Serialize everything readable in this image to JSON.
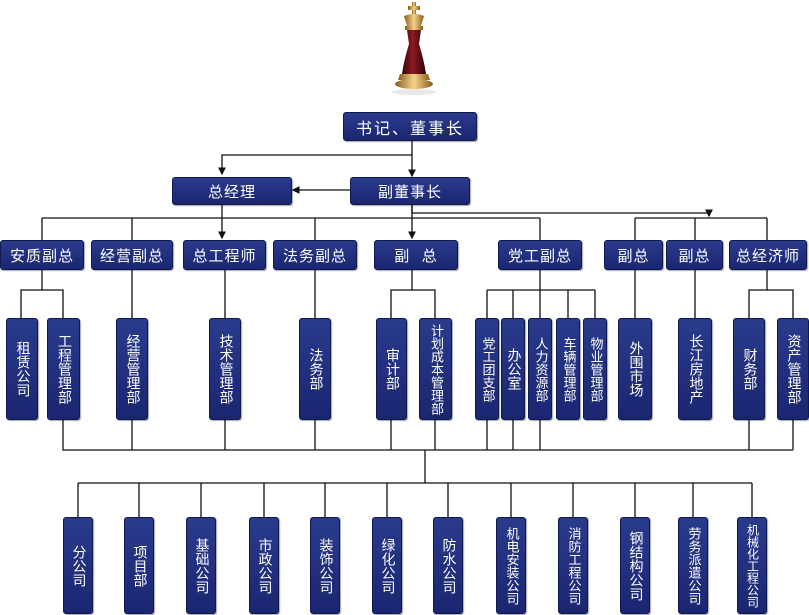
{
  "colors": {
    "box": "#1e2b7a",
    "line": "#111111"
  },
  "logo": {
    "icon": "chess-king-icon"
  },
  "chairman": "书记、董事长",
  "level2": {
    "general_manager": "总经理",
    "vice_chairman": "副董事长"
  },
  "level3": [
    "安质副总",
    "经营副总",
    "总工程师",
    "法务副总",
    "副  总",
    "党工副总",
    "副总",
    "副总",
    "总经济师"
  ],
  "departments": [
    "租赁公司",
    "工程管理部",
    "经营管理部",
    "技术管理部",
    "法务部",
    "审计部",
    "计划成本管理部",
    "党工团支部",
    "办公室",
    "人力资源部",
    "车辆管理部",
    "物业管理部",
    "外围市场",
    "长江房地产",
    "财务部",
    "资产管理部"
  ],
  "subsidiaries": [
    "分公司",
    "项目部",
    "基础公司",
    "市政公司",
    "装饰公司",
    "绿化公司",
    "防水公司",
    "机电安装公司",
    "消防工程公司",
    "钢结构公司",
    "劳务派遣公司",
    "机械化工程公司"
  ]
}
